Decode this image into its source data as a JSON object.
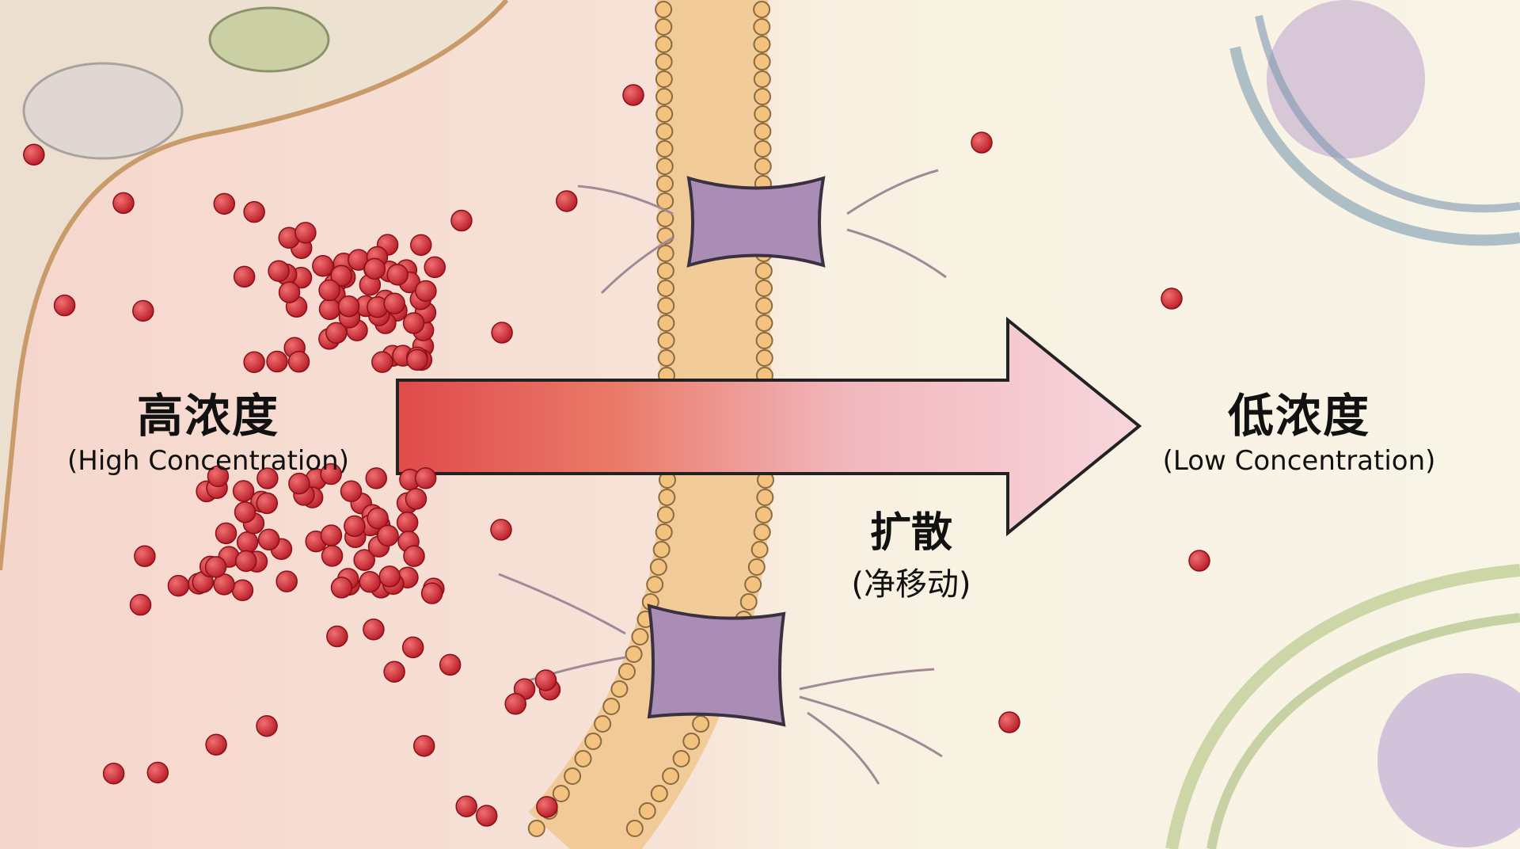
{
  "high": {
    "title": "高浓度",
    "subtitle": "(High Concentration)"
  },
  "low": {
    "title": "低浓度",
    "subtitle": "(Low Concentration)"
  },
  "arrow": {
    "title": "扩散",
    "subtitle": "(净移动)"
  },
  "colors": {
    "particle": "#c8202c",
    "arrow_start": "#e04a4a",
    "arrow_end": "#f6d3d8",
    "channel": "#8a6f94",
    "membrane": "#e8b87a",
    "bg_left": "#f6d9cf",
    "bg_right": "#f8f3e2"
  }
}
